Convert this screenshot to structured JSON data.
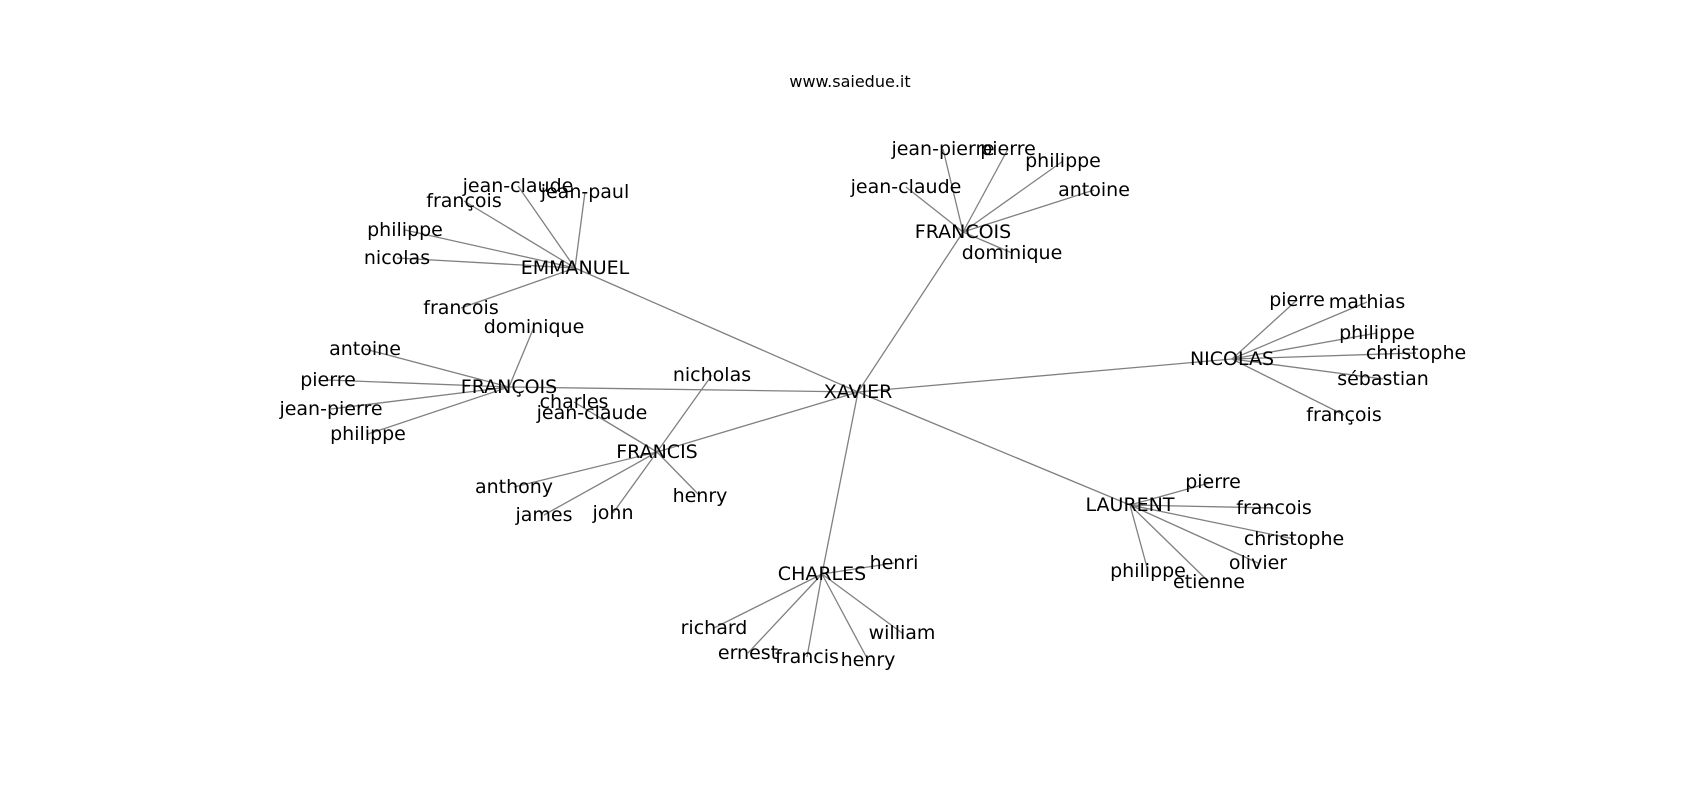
{
  "title": "www.saiedue.it",
  "colors": {
    "edge": "#808080",
    "text": "#000000",
    "background": "#ffffff"
  },
  "graph": {
    "root": "XAVIER",
    "hubs": [
      {
        "id": "emmanuel",
        "label": "EMMANUEL",
        "leaves": [
          "jean-claude",
          "jean-paul",
          "françois",
          "philippe",
          "nicolas",
          "francois"
        ]
      },
      {
        "id": "francois-upper",
        "label": "FRANCOIS",
        "leaves": [
          "jean-pierre",
          "pierre",
          "philippe",
          "jean-claude",
          "antoine",
          "dominique"
        ]
      },
      {
        "id": "nicolas",
        "label": "NICOLAS",
        "leaves": [
          "pierre",
          "mathias",
          "philippe",
          "christophe",
          "sébastian",
          "françois"
        ]
      },
      {
        "id": "francois-cedilla",
        "label": "FRANÇOIS",
        "leaves": [
          "dominique",
          "antoine",
          "pierre",
          "jean-pierre",
          "philippe"
        ]
      },
      {
        "id": "francis",
        "label": "FRANCIS",
        "leaves": [
          "nicholas",
          "charles",
          "jean-claude",
          "anthony",
          "james",
          "john",
          "henry"
        ]
      },
      {
        "id": "laurent",
        "label": "LAURENT",
        "leaves": [
          "pierre",
          "francois",
          "christophe",
          "olivier",
          "philippe",
          "etienne"
        ]
      },
      {
        "id": "charles",
        "label": "CHARLES",
        "leaves": [
          "henri",
          "richard",
          "ernest",
          "francis",
          "henry",
          "william"
        ]
      }
    ]
  }
}
